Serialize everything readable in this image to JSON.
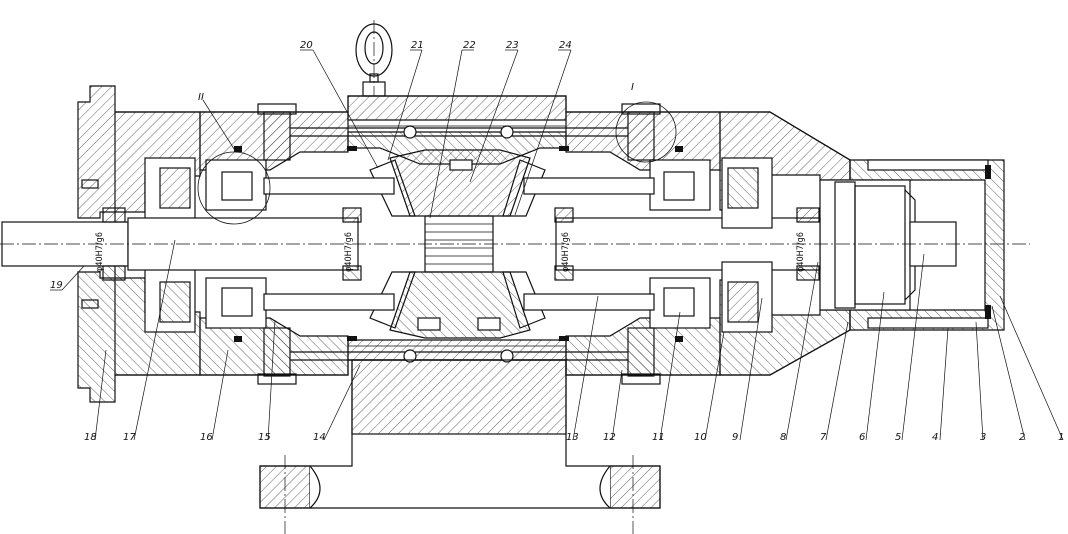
{
  "diagram": {
    "part_labels": {
      "p1": "1",
      "p2": "2",
      "p3": "3",
      "p4": "4",
      "p5": "5",
      "p6": "6",
      "p7": "7",
      "p8": "8",
      "p9": "9",
      "p10": "10",
      "p11": "11",
      "p12": "12",
      "p13": "13",
      "p14": "14",
      "p15": "15",
      "p16": "16",
      "p17": "17",
      "p18": "18",
      "p19": "19",
      "p20": "20",
      "p21": "21",
      "p22": "22",
      "p23": "23",
      "p24": "24"
    },
    "detail_marks": {
      "left": "II",
      "right": "I"
    },
    "fit_dimensions": {
      "f1": "φ40H7/g6",
      "f2": "φ40H7/g6",
      "f3": "φ40H7/g6",
      "f4": "φ40H7/g6"
    }
  }
}
